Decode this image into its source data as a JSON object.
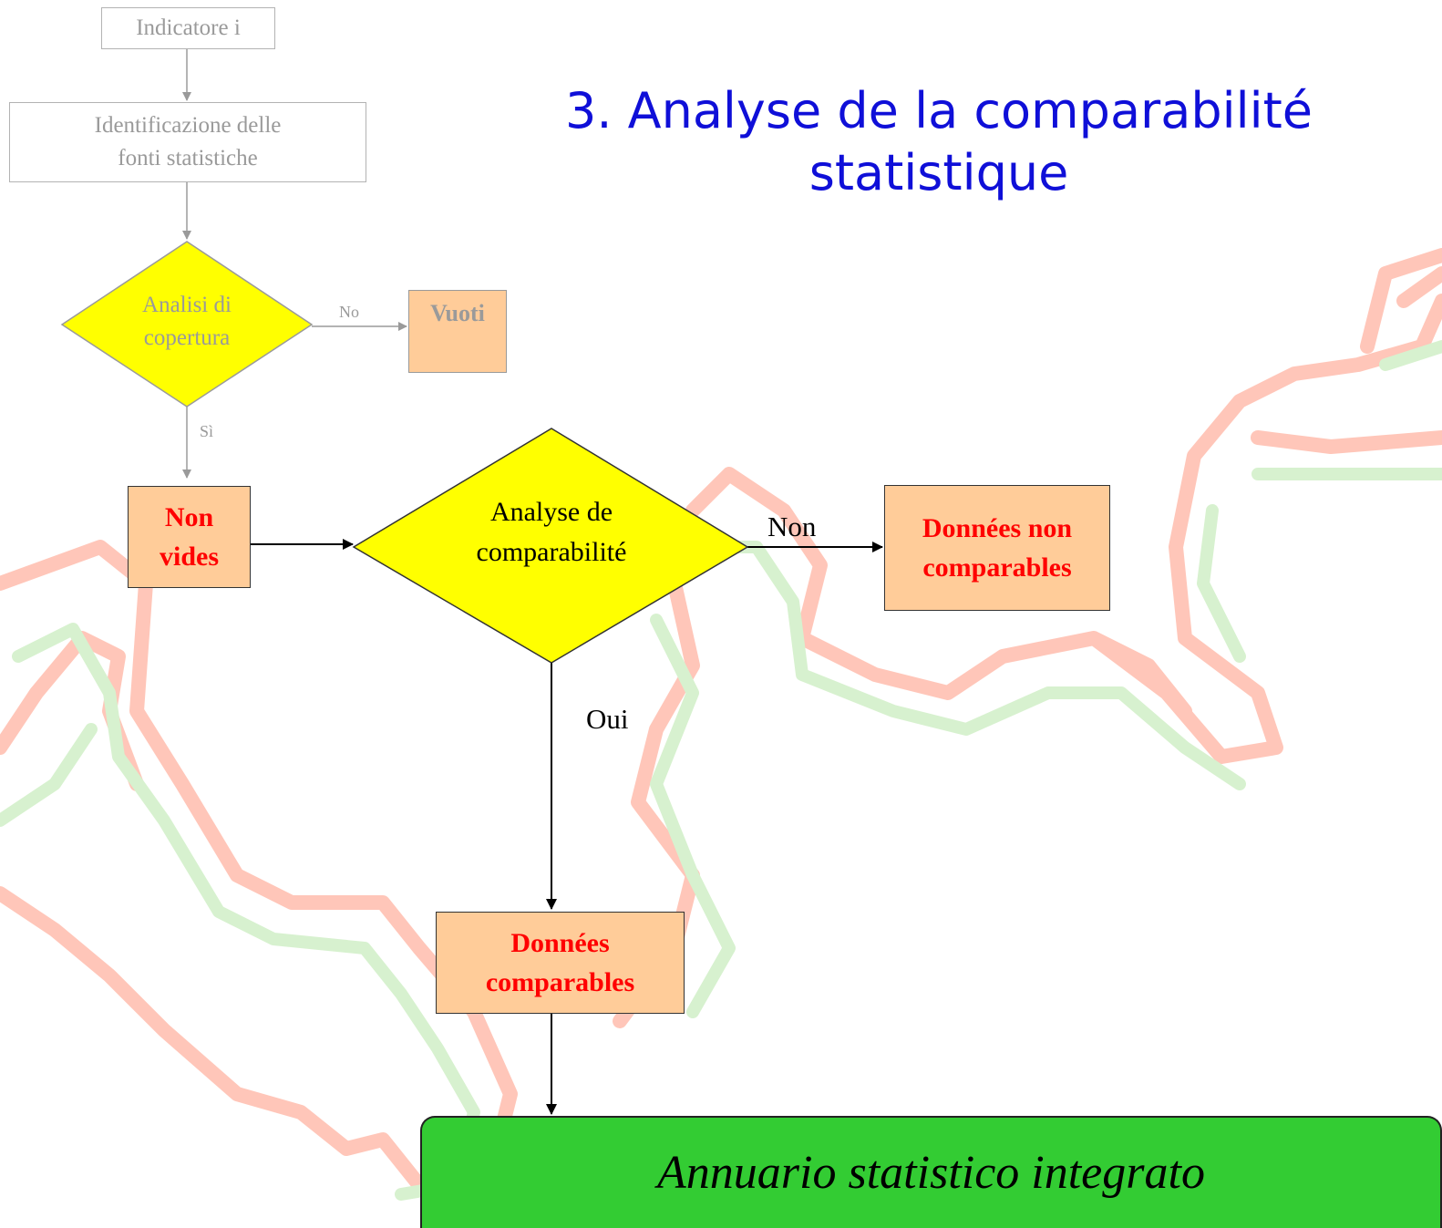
{
  "title": {
    "line1": "3. Analyse de la comparabilité",
    "line2": "statistique"
  },
  "nodes": {
    "indicator": "Indicatore i",
    "identification": {
      "line1": "Identificazione delle",
      "line2": "fonti statistiche"
    },
    "coverage": {
      "line1": "Analisi di",
      "line2": "copertura"
    },
    "empty": "Vuoti",
    "non_empty": {
      "line1": "Non",
      "line2": "vides"
    },
    "comparability": {
      "line1": "Analyse de",
      "line2": "comparabilité"
    },
    "non_comparable": {
      "line1": "Données non",
      "line2": "comparables"
    },
    "comparable": {
      "line1": "Données",
      "line2": "comparables"
    },
    "yearbook": "Annuario statistico integrato"
  },
  "edges": {
    "no_it": "No",
    "yes_it": "Sì",
    "no_fr": "Non",
    "yes_fr": "Oui"
  },
  "colors": {
    "title": "#0f0fd8",
    "decision": "#ffff00",
    "process": "#ffcc99",
    "highlight_text": "#ff0000",
    "terminal": "#33cc33"
  }
}
